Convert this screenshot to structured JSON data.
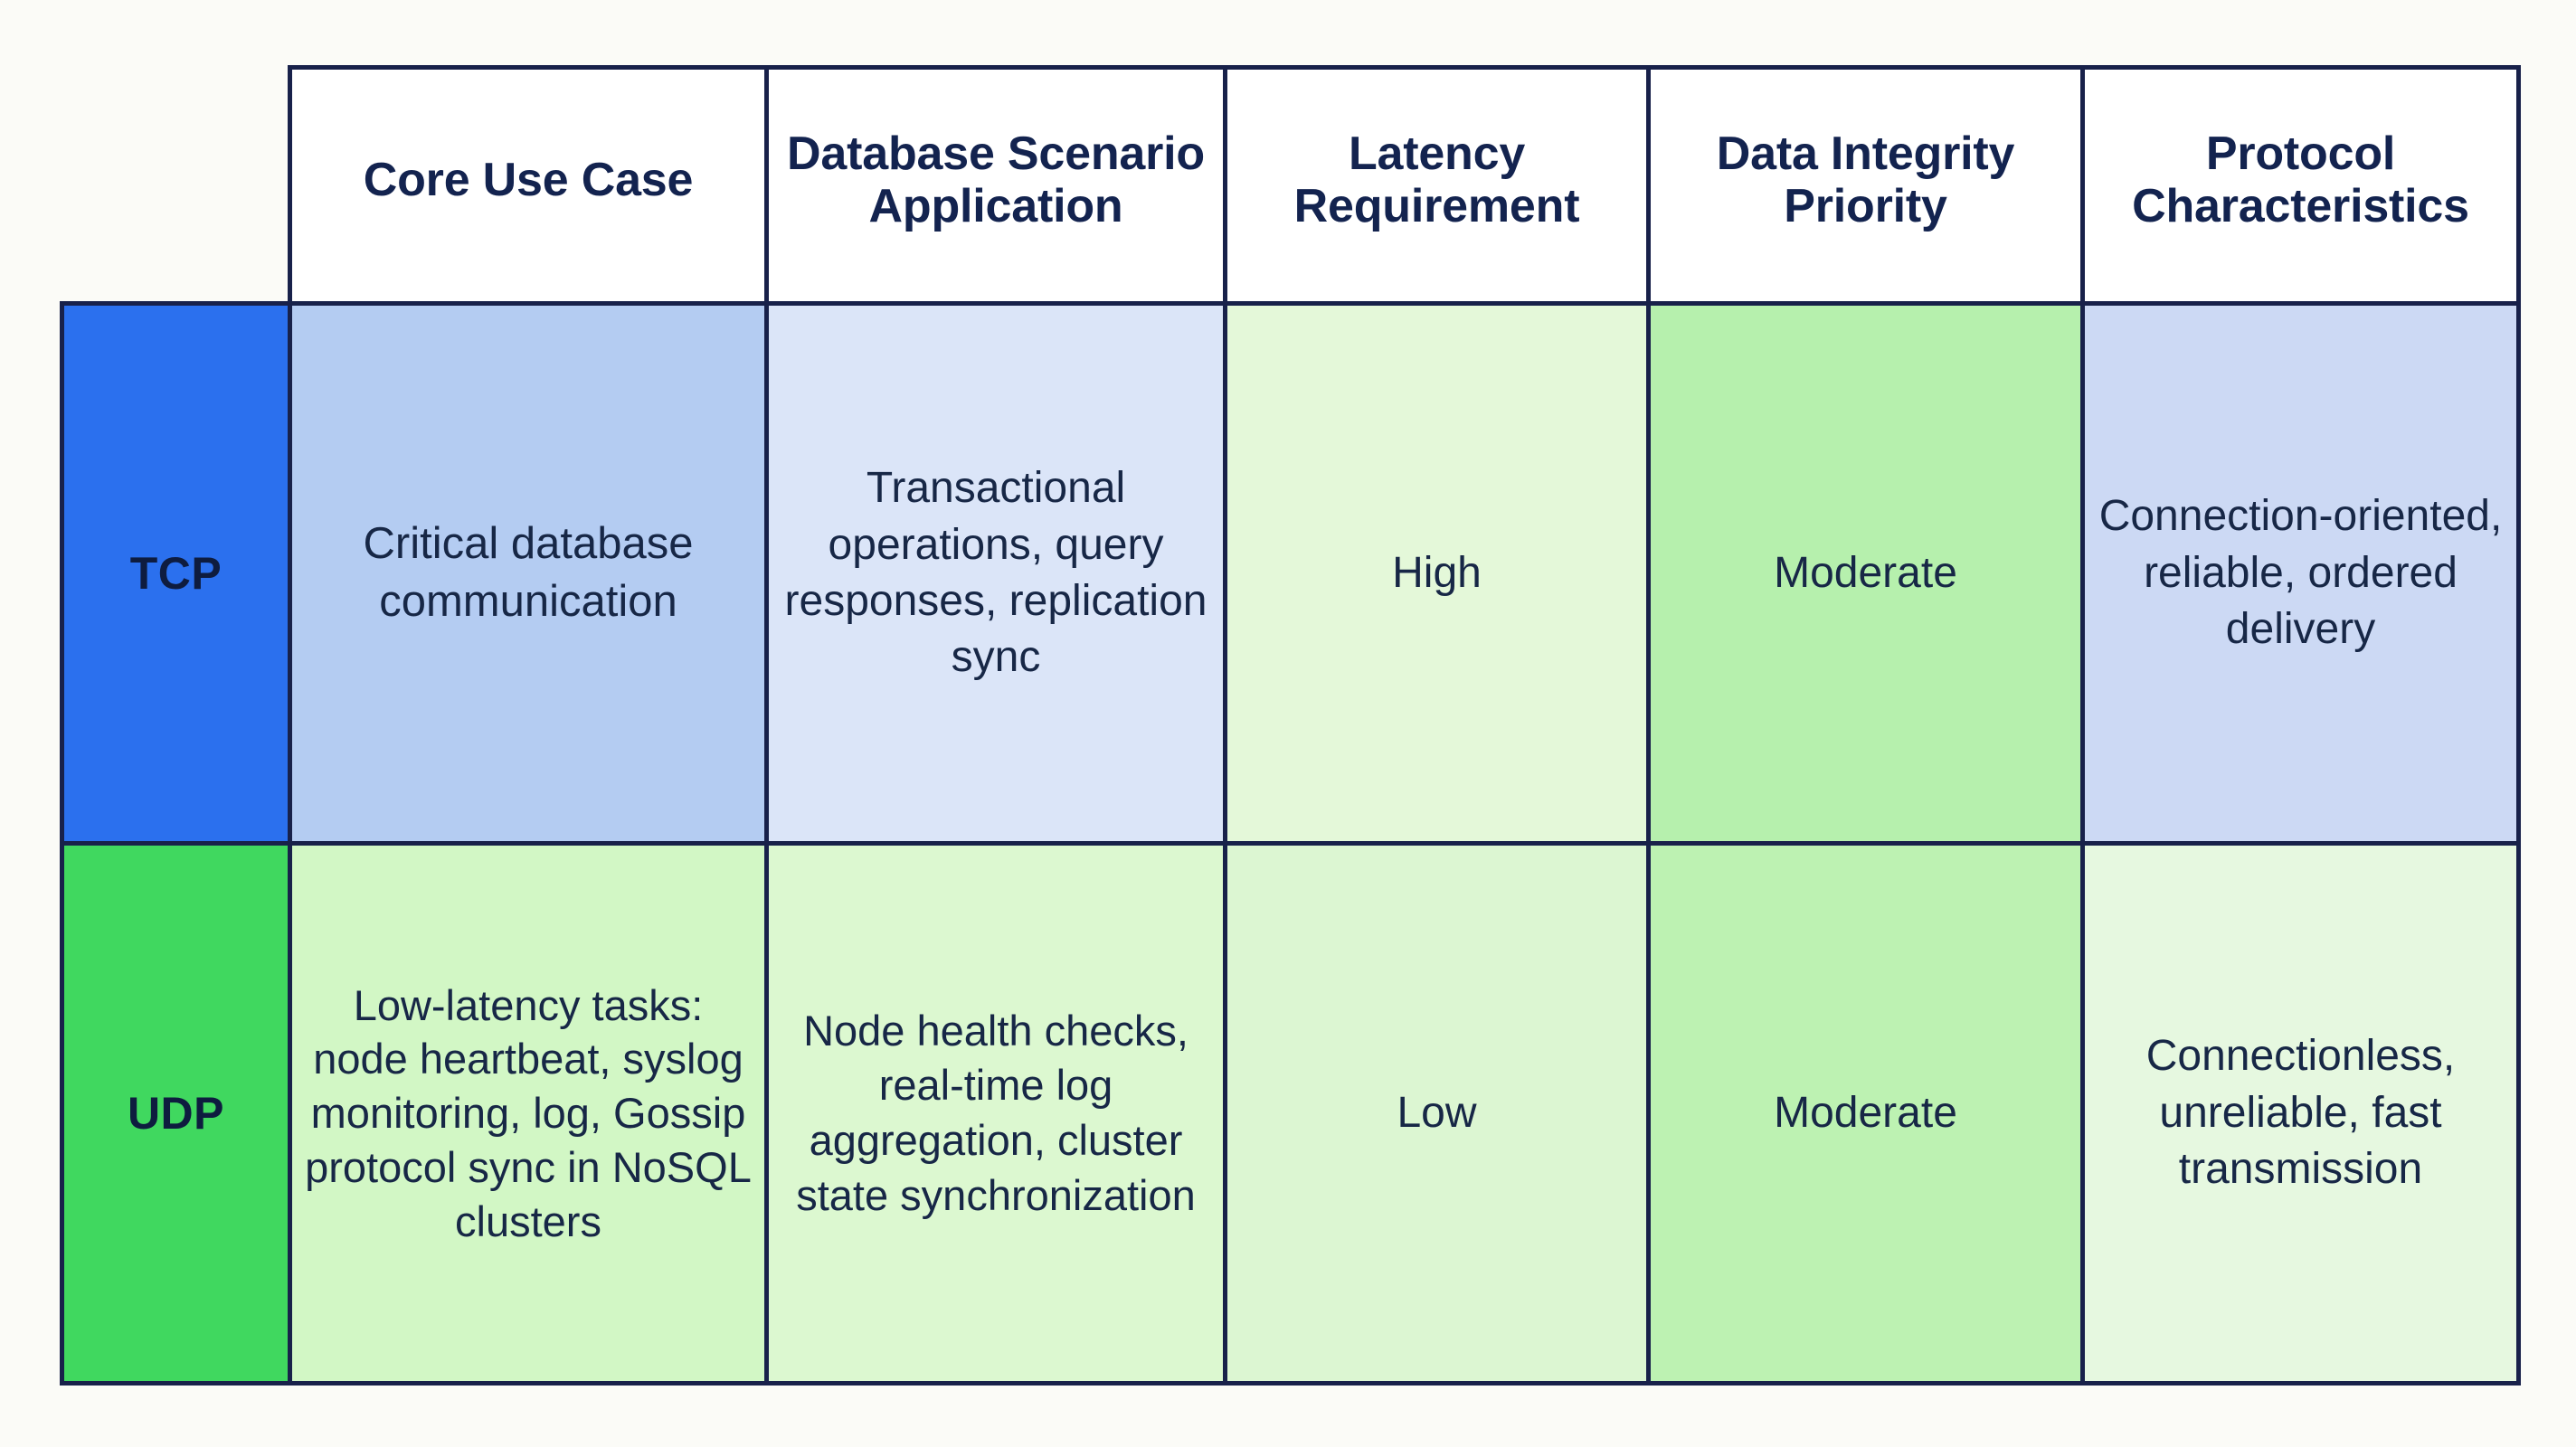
{
  "table": {
    "corner_label": "",
    "columns": [
      {
        "id": "core-use-case",
        "label_line1": "Core Use Case",
        "label_line2": ""
      },
      {
        "id": "database-scenario",
        "label_line1": "Database Scenario",
        "label_line2": "Application"
      },
      {
        "id": "latency-requirement",
        "label_line1": "Latency",
        "label_line2": "Requirement"
      },
      {
        "id": "data-integrity-priority",
        "label_line1": "Data Integrity",
        "label_line2": "Priority"
      },
      {
        "id": "protocol-characteristics",
        "label_line1": "Protocol",
        "label_line2": "Characteristics"
      }
    ],
    "rows": [
      {
        "id": "tcp",
        "label": "TCP",
        "label_color": "#2b70ee",
        "cells": {
          "core_use_case": "Critical database communication",
          "database_scenario": "Transactional operations, query responses, replication sync",
          "latency_requirement": "High",
          "data_integrity_priority": "Moderate",
          "protocol_characteristics": "Connection-oriented, reliable, ordered delivery"
        },
        "cell_colors": {
          "core_use_case": "#b4ccf2",
          "database_scenario": "#dbe5f8",
          "latency_requirement": "#e4f8d9",
          "data_integrity_priority": "#b6f0ad",
          "protocol_characteristics": "#ccd9f4"
        }
      },
      {
        "id": "udp",
        "label": "UDP",
        "label_color": "#40d85f",
        "cells": {
          "core_use_case": "Low-latency tasks: node heartbeat, syslog monitoring, log, Gossip protocol sync in NoSQL clusters",
          "database_scenario": "Node health checks, real-time log aggregation, cluster state synchronization",
          "latency_requirement": "Low",
          "data_integrity_priority": "Moderate",
          "protocol_characteristics": "Connectionless, unreliable, fast transmission"
        },
        "cell_colors": {
          "core_use_case": "#d2f7c5",
          "database_scenario": "#dcf8d0",
          "latency_requirement": "#dcf6d2",
          "data_integrity_priority": "#bdf2b2",
          "protocol_characteristics": "#e6f8e0"
        }
      }
    ],
    "style": {
      "border_color": "#18214a",
      "header_background": "#ffffff",
      "header_text_color": "#13234f",
      "body_text_color": "#172746",
      "page_background": "#fbfbf7"
    }
  }
}
